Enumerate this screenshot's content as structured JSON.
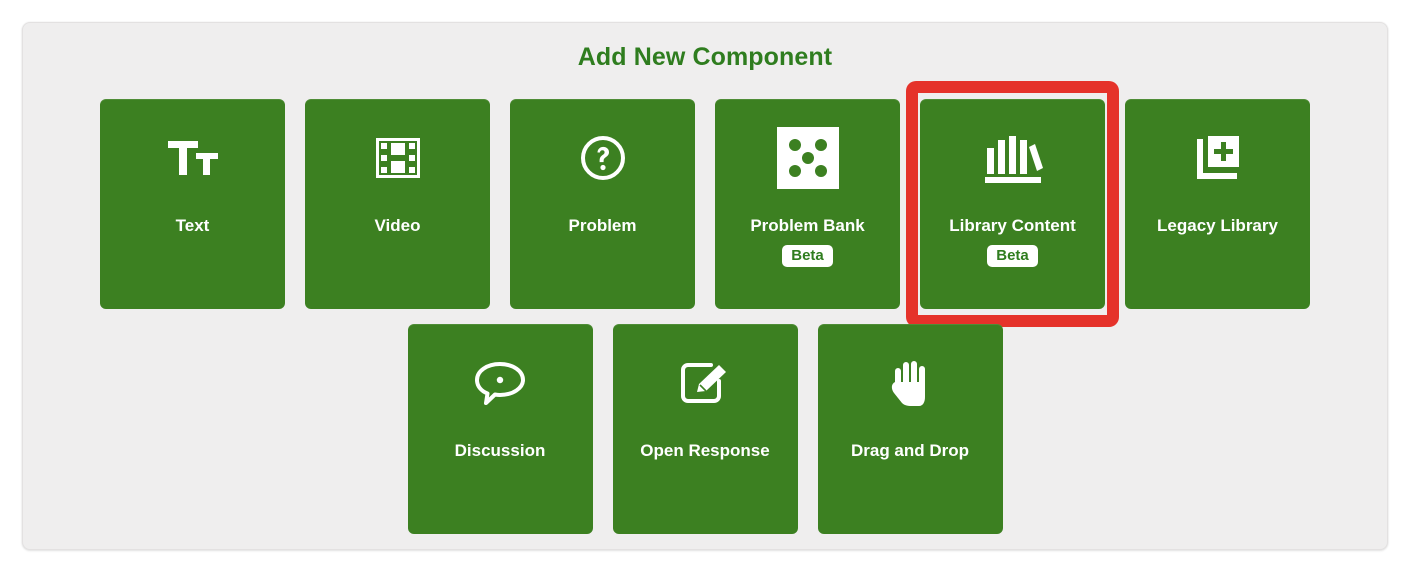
{
  "panel": {
    "title": "Add New Component",
    "accent_green": "#3c8021",
    "title_green": "#2f7d1f",
    "highlight_red": "#e5322a",
    "panel_background": "#efeeee"
  },
  "rows": [
    {
      "tiles": [
        {
          "label": "Text",
          "icon": "text-format-icon",
          "badge": null,
          "highlighted": false
        },
        {
          "label": "Video",
          "icon": "film-strip-icon",
          "badge": null,
          "highlighted": false
        },
        {
          "label": "Problem",
          "icon": "question-mark-circle-icon",
          "badge": null,
          "highlighted": false
        },
        {
          "label": "Problem Bank",
          "icon": "dice-five-icon",
          "badge": "Beta",
          "highlighted": false
        },
        {
          "label": "Library Content",
          "icon": "library-books-icon",
          "badge": "Beta",
          "highlighted": true
        },
        {
          "label": "Legacy Library",
          "icon": "library-add-icon",
          "badge": null,
          "highlighted": false
        }
      ]
    },
    {
      "tiles": [
        {
          "label": "Discussion",
          "icon": "speech-bubble-icon",
          "badge": null,
          "highlighted": false
        },
        {
          "label": "Open Response",
          "icon": "edit-pencil-square-icon",
          "badge": null,
          "highlighted": false
        },
        {
          "label": "Drag and Drop",
          "icon": "hand-icon",
          "badge": null,
          "highlighted": false
        }
      ]
    }
  ]
}
